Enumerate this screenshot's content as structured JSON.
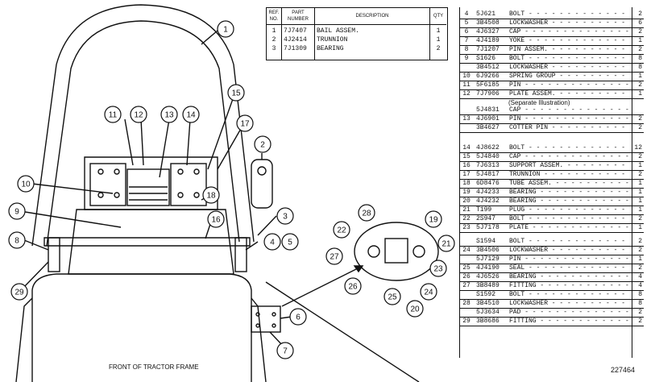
{
  "top_table": {
    "headers": {
      "ref": "REF. NO.",
      "part": "PART NUMBER",
      "desc": "DESCRIPTION",
      "qty": "QTY"
    },
    "rows": [
      {
        "ref": "1",
        "part": "7J7407",
        "desc": "BAIL ASSEM.",
        "qty": "1"
      },
      {
        "ref": "2",
        "part": "4J2414",
        "desc": "TRUNNION",
        "qty": "1"
      },
      {
        "ref": "3",
        "part": "7J1309",
        "desc": "BEARING",
        "qty": "2"
      }
    ]
  },
  "parts_list": [
    {
      "ref": "4",
      "part": "5J621",
      "desc": "BOLT",
      "qty": "2"
    },
    {
      "ref": "5",
      "part": "3B4508",
      "desc": "LOCKWASHER",
      "qty": "6"
    },
    {
      "ref": "6",
      "part": "4J6327",
      "desc": "CAP",
      "qty": "2"
    },
    {
      "ref": "7",
      "part": "4J4189",
      "desc": "YOKE",
      "qty": "1"
    },
    {
      "ref": "8",
      "part": "7J1207",
      "desc": "PIN ASSEM.",
      "qty": "2"
    },
    {
      "ref": "9",
      "part": "S1626",
      "desc": "BOLT",
      "qty": "8"
    },
    {
      "ref": "",
      "part": "3B4512",
      "desc": "LOCKWASHER",
      "qty": "8"
    },
    {
      "ref": "10",
      "part": "6J9266",
      "desc": "SPRING GROUP",
      "qty": "1"
    },
    {
      "ref": "11",
      "part": "5F6185",
      "desc": "PIN",
      "qty": "2"
    },
    {
      "ref": "12",
      "part": "7J7906",
      "desc": "PLATE ASSEM.",
      "qty": "1"
    },
    {
      "ref": "",
      "part": "5J4831",
      "desc": "CAP",
      "qty": ""
    },
    {
      "ref": "13",
      "part": "4J6901",
      "desc": "PIN",
      "qty": "2"
    },
    {
      "ref": "",
      "part": "3B4627",
      "desc": "COTTER PIN",
      "qty": "2"
    },
    {
      "ref": "14",
      "part": "4J8622",
      "desc": "BOLT",
      "qty": "12"
    },
    {
      "ref": "15",
      "part": "5J4840",
      "desc": "CAP",
      "qty": "2"
    },
    {
      "ref": "16",
      "part": "7J6313",
      "desc": "SUPPORT ASSEM.",
      "qty": "1"
    },
    {
      "ref": "17",
      "part": "5J4817",
      "desc": "TRUNNION",
      "qty": "2"
    },
    {
      "ref": "18",
      "part": "6D8476",
      "desc": "TUBE ASSEM.",
      "qty": "1"
    },
    {
      "ref": "19",
      "part": "4J4233",
      "desc": "BEARING",
      "qty": "1"
    },
    {
      "ref": "20",
      "part": "4J4232",
      "desc": "BEARING",
      "qty": "1"
    },
    {
      "ref": "21",
      "part": "T199",
      "desc": "PLUG",
      "qty": "1"
    },
    {
      "ref": "22",
      "part": "2S947",
      "desc": "BOLT",
      "qty": "2"
    },
    {
      "ref": "23",
      "part": "5J7178",
      "desc": "PLATE",
      "qty": "1"
    },
    {
      "ref": "",
      "part": "S1594",
      "desc": "BOLT",
      "qty": "2"
    },
    {
      "ref": "24",
      "part": "3B4506",
      "desc": "LOCKWASHER",
      "qty": "2"
    },
    {
      "ref": "",
      "part": "5J7129",
      "desc": "PIN",
      "qty": "1"
    },
    {
      "ref": "25",
      "part": "4J4190",
      "desc": "SEAL",
      "qty": "2"
    },
    {
      "ref": "26",
      "part": "4J6526",
      "desc": "BEARING",
      "qty": "4"
    },
    {
      "ref": "27",
      "part": "3B8489",
      "desc": "FITTING",
      "qty": "4"
    },
    {
      "ref": "",
      "part": "S1592",
      "desc": "BOLT",
      "qty": "8"
    },
    {
      "ref": "28",
      "part": "3B4510",
      "desc": "LOCKWASHER",
      "qty": "8"
    },
    {
      "ref": "",
      "part": "5J3634",
      "desc": "PAD",
      "qty": "2"
    },
    {
      "ref": "29",
      "part": "3B8686",
      "desc": "FITTING",
      "qty": "2"
    }
  ],
  "note": "(Separate Illustration)",
  "frame_label": "FRONT OF TRACTOR FRAME",
  "catalog_code": "227464",
  "callouts": [
    "1",
    "2",
    "3",
    "4",
    "5",
    "6",
    "7",
    "8",
    "9",
    "10",
    "11",
    "12",
    "13",
    "14",
    "15",
    "16",
    "17",
    "18",
    "19",
    "20",
    "21",
    "22",
    "23",
    "24",
    "25",
    "26",
    "27",
    "28",
    "29"
  ]
}
